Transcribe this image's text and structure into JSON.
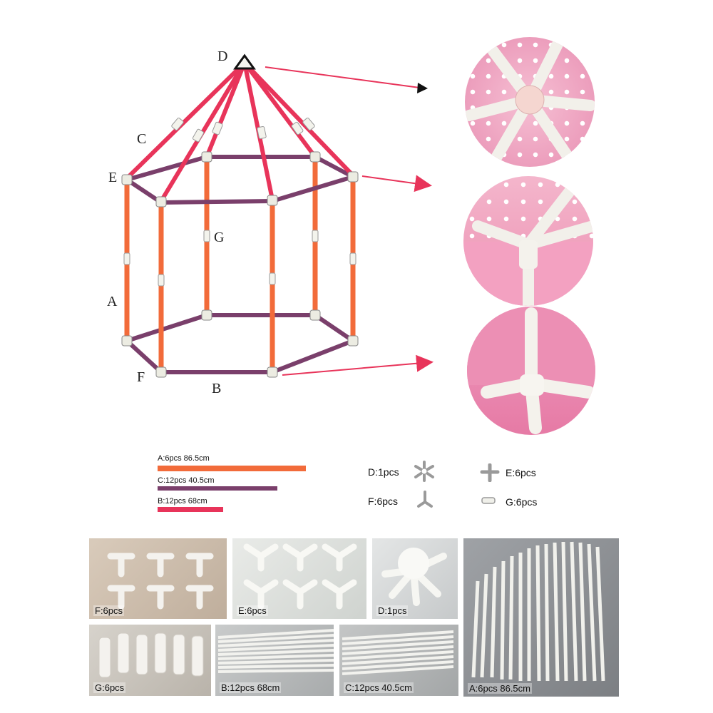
{
  "diagram": {
    "labels": {
      "D": "D",
      "C": "C",
      "E": "E",
      "G": "G",
      "A": "A",
      "F": "F",
      "B": "B"
    },
    "colors": {
      "A": "#f26b3a",
      "B": "#e8345a",
      "C": "#7a3f6b",
      "connector": "#e9e9e0",
      "arrow": "#e8345a"
    }
  },
  "legend": {
    "bars": [
      {
        "text": "A:6pcs  86.5cm",
        "color": "#f26b3a"
      },
      {
        "text": "C:12pcs 40.5cm",
        "color": "#7a3f6b"
      },
      {
        "text": "B:12pcs 68cm",
        "color": "#e8345a"
      }
    ],
    "connectors": {
      "D": "D:1pcs",
      "F": "F:6pcs",
      "E": "E:6pcs",
      "G": "G:6pcs"
    }
  },
  "photos": {
    "F": "F:6pcs",
    "E": "E:6pcs",
    "D": "D:1pcs",
    "A": "A:6pcs  86.5cm",
    "G": "G:6pcs",
    "B": "B:12pcs 68cm",
    "C": "C:12pcs 40.5cm"
  }
}
